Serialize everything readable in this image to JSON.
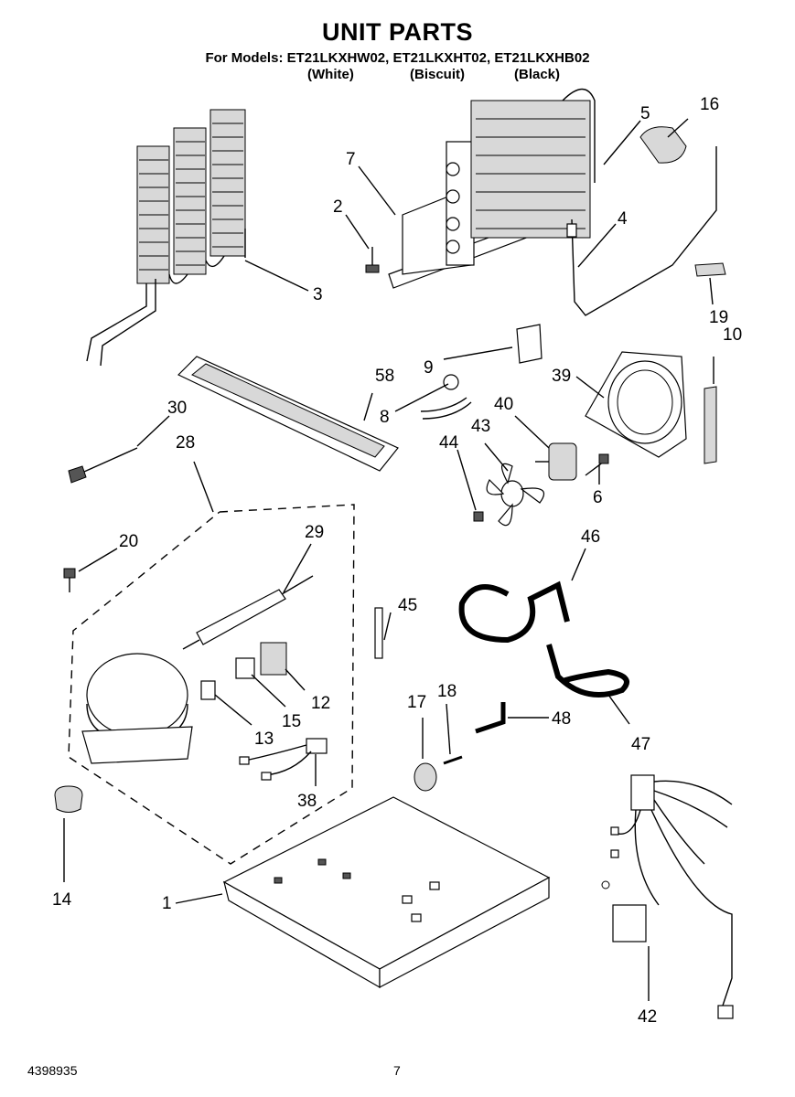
{
  "header": {
    "title": "UNIT PARTS",
    "models_line": "For Models: ET21LKXHW02, ET21LKXHT02, ET21LKXHB02",
    "color_white": "(White)",
    "color_biscuit": "(Biscuit)",
    "color_black": "(Black)"
  },
  "footer": {
    "doc_number": "4398935",
    "page_number": "7"
  },
  "callouts": {
    "c1": "1",
    "c2": "2",
    "c3": "3",
    "c4": "4",
    "c5": "5",
    "c6": "6",
    "c7": "7",
    "c8": "8",
    "c9": "9",
    "c10": "10",
    "c12": "12",
    "c13": "13",
    "c14": "14",
    "c15": "15",
    "c16": "16",
    "c17": "17",
    "c18": "18",
    "c19": "19",
    "c20": "20",
    "c28": "28",
    "c29": "29",
    "c30": "30",
    "c38": "38",
    "c39": "39",
    "c40": "40",
    "c42": "42",
    "c43": "43",
    "c44": "44",
    "c45": "45",
    "c46": "46",
    "c47": "47",
    "c48": "48",
    "c58": "58"
  }
}
